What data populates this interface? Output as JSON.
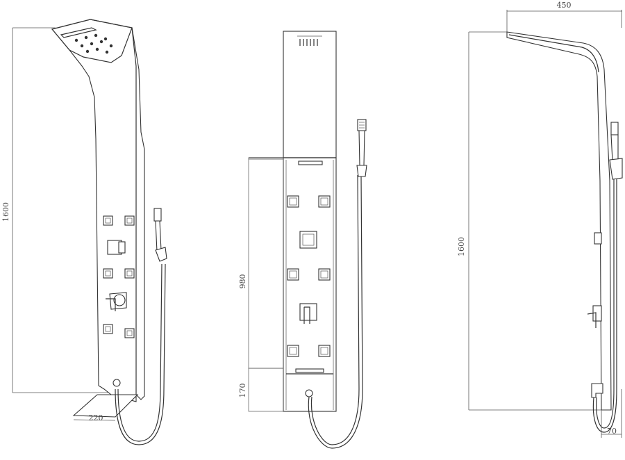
{
  "dimensions": {
    "left_height": "1600",
    "left_depth": "220",
    "middle_panel_height": "980",
    "middle_bottom": "170",
    "right_width": "450",
    "right_height": "1600",
    "right_depth": "70"
  }
}
